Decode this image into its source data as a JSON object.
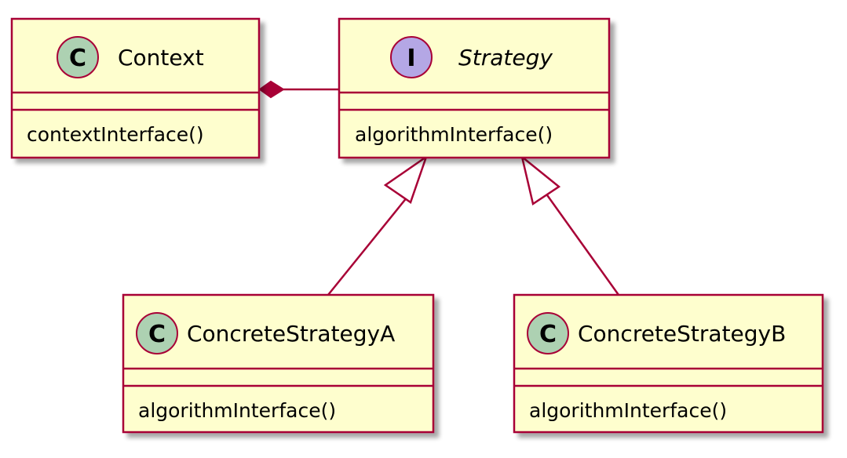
{
  "colors": {
    "box_fill": "#FEFECE",
    "border": "#A80036",
    "class_badge": "#ADD1B2",
    "interface_badge": "#B4A7E5",
    "shadow": "#C8C8C8"
  },
  "classes": {
    "context": {
      "badge": "C",
      "name": "Context",
      "methods": [
        "contextInterface()"
      ]
    },
    "strategy": {
      "badge": "I",
      "name": "Strategy",
      "methods": [
        "algorithmInterface()"
      ]
    },
    "concrete_a": {
      "badge": "C",
      "name": "ConcreteStrategyA",
      "methods": [
        "algorithmInterface()"
      ]
    },
    "concrete_b": {
      "badge": "C",
      "name": "ConcreteStrategyB",
      "methods": [
        "algorithmInterface()"
      ]
    }
  }
}
